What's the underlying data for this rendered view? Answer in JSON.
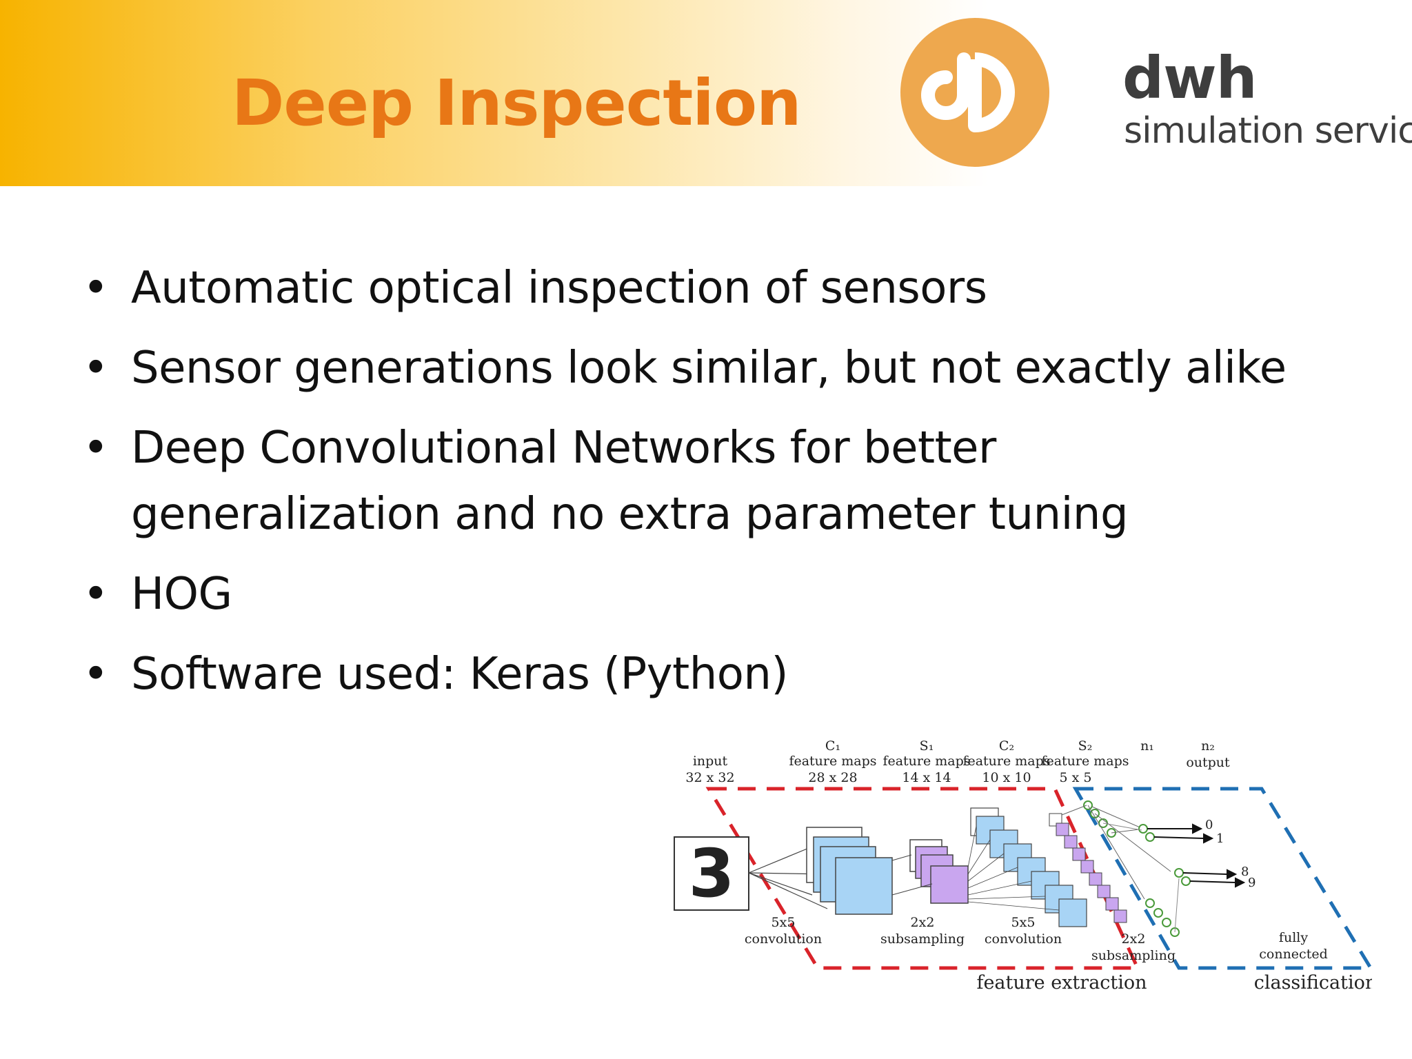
{
  "slide": {
    "title": "Deep Inspection",
    "brand": {
      "name": "dwh",
      "tagline": "simulation services"
    },
    "bullets": [
      "Automatic optical inspection of sensors",
      "Sensor generations look similar, but not exactly alike",
      "Deep Convolutional Networks for better generalization and no extra parameter tuning",
      "HOG",
      "Software used: Keras (Python)"
    ]
  },
  "diagram": {
    "input_label": "input",
    "input_size": "32 x 32",
    "input_digit": "3",
    "layers": [
      {
        "name": "C₁",
        "kind": "feature maps",
        "size": "28 x 28"
      },
      {
        "name": "S₁",
        "kind": "feature maps",
        "size": "14 x 14"
      },
      {
        "name": "C₂",
        "kind": "feature maps",
        "size": "10 x 10"
      },
      {
        "name": "S₂",
        "kind": "feature maps",
        "size": "5 x 5"
      },
      {
        "name": "n₁",
        "kind": "",
        "size": ""
      },
      {
        "name": "n₂",
        "kind": "output",
        "size": ""
      }
    ],
    "ops": [
      {
        "size": "5x5",
        "op": "convolution"
      },
      {
        "size": "2x2",
        "op": "subsampling"
      },
      {
        "size": "5x5",
        "op": "convolution"
      },
      {
        "size": "2x2",
        "op": "subsampling"
      },
      {
        "size": "fully",
        "op": "connected"
      }
    ],
    "outputs": [
      "0",
      "1",
      "8",
      "9"
    ],
    "section_feature": "feature extraction",
    "section_classification": "classification"
  },
  "colors": {
    "title": "#e87716",
    "logo": "#eea84e",
    "dash_red": "#d9232a",
    "dash_blue": "#1f6fb3"
  }
}
